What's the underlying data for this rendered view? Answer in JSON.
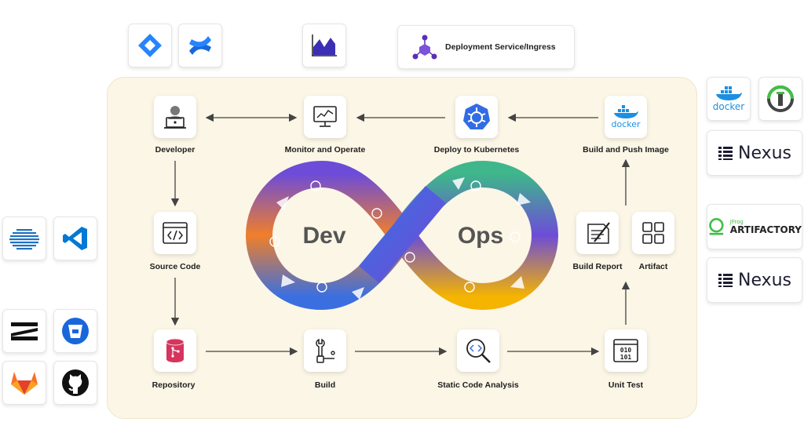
{
  "top_bar": {
    "deployment_label": "Deployment Service/Ingress"
  },
  "stages": {
    "developer": "Developer",
    "monitor": "Monitor and Operate",
    "deploy": "Deploy to Kubernetes",
    "build_push": "Build and Push Image",
    "source_code": "Source Code",
    "build_report": "Build Report",
    "artifact": "Artifact",
    "repository": "Repository",
    "build": "Build",
    "static_analysis": "Static Code Analysis",
    "unit_test": "Unit Test"
  },
  "loop": {
    "dev_text": "Dev",
    "ops_text": "Ops"
  },
  "icons": {
    "unit_test_bits_top": "010",
    "unit_test_bits_bottom": "101"
  },
  "tools_right": {
    "docker_label": "docker",
    "docker_small_label": "docker",
    "nexus_label_1": "Nexus",
    "jfrog_small": "JFrog",
    "jfrog_label": "ARTIFACTORY",
    "nexus_label_2": "Nexus"
  },
  "colors": {
    "stage_background": "#fbf6e6",
    "loop_orange": "#f07f2a",
    "loop_purple": "#6d4cd8",
    "loop_blue": "#3b6fe0",
    "loop_green": "#3fb68b",
    "loop_yellow": "#f4b400",
    "docker_blue": "#1d8fe1",
    "kubernetes_blue": "#326ce5",
    "jira_blue": "#2684ff",
    "gitlab_orange": "#fc6d26",
    "bitbucket_blue": "#1868db",
    "repository_red": "#d6345e",
    "artifactory_green": "#41bf47"
  }
}
